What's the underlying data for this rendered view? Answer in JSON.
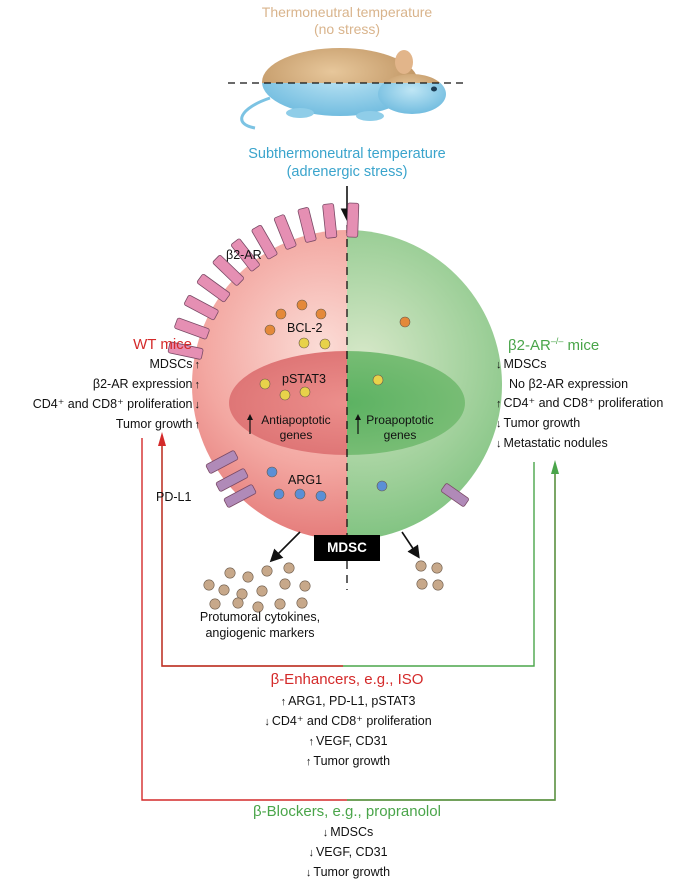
{
  "top": {
    "thermoneutral": "Thermoneutral temperature",
    "no_stress": "(no stress)",
    "subthermoneutral": "Subthermoneutral temperature",
    "adrenergic": "(adrenergic stress)"
  },
  "cell": {
    "receptor_label": "β2-AR",
    "bcl2": "BCL-2",
    "pstat3": "pSTAT3",
    "antiapoptotic_1": "Antiapoptotic",
    "antiapoptotic_2": "genes",
    "proapoptotic_1": "Proapoptotic",
    "proapoptotic_2": "genes",
    "arg1": "ARG1",
    "pdl1": "PD-L1",
    "mdsc": "MDSC",
    "cytokines_1": "Protumoral cytokines,",
    "cytokines_2": "angiogenic markers"
  },
  "wt": {
    "title": "WT mice",
    "items": [
      {
        "text": "MDSCs",
        "dir": "up"
      },
      {
        "text": "β2-AR expression",
        "dir": "up"
      },
      {
        "text": "CD4⁺ and CD8⁺ proliferation",
        "dir": "down"
      },
      {
        "text": "Tumor growth",
        "dir": "up"
      }
    ]
  },
  "ko": {
    "title_pre": "β2-AR",
    "title_sup": "–/–",
    "title_post": " mice",
    "items": [
      {
        "text": "MDSCs",
        "dir": "down"
      },
      {
        "text": "No β2-AR expression",
        "dir": "none"
      },
      {
        "text": "CD4⁺ and CD8⁺ proliferation",
        "dir": "up"
      },
      {
        "text": "Tumor growth",
        "dir": "down"
      },
      {
        "text": "Metastatic nodules",
        "dir": "down"
      }
    ]
  },
  "enhancers": {
    "title": "β-Enhancers, e.g., ISO",
    "items": [
      {
        "text": "ARG1, PD-L1, pSTAT3",
        "dir": "up"
      },
      {
        "text": "CD4⁺ and CD8⁺ proliferation",
        "dir": "down"
      },
      {
        "text": "VEGF, CD31",
        "dir": "up"
      },
      {
        "text": "Tumor growth",
        "dir": "up"
      }
    ]
  },
  "blockers": {
    "title": "β-Blockers, e.g., propranolol",
    "items": [
      {
        "text": "MDSCs",
        "dir": "down"
      },
      {
        "text": "VEGF, CD31",
        "dir": "down"
      },
      {
        "text": "Tumor growth",
        "dir": "down"
      }
    ]
  },
  "colors": {
    "red": "#d42a2a",
    "green": "#4aa54a",
    "tan": "#d9b48c",
    "blue": "#3aa4cc",
    "receptor": "#e58fb3",
    "pdl1": "#b08ab8",
    "orange_dot": "#e4893a",
    "yellow_dot": "#e8d24a",
    "blue_dot": "#5b8fd6",
    "cytokine_dot": "#c7a88a"
  }
}
